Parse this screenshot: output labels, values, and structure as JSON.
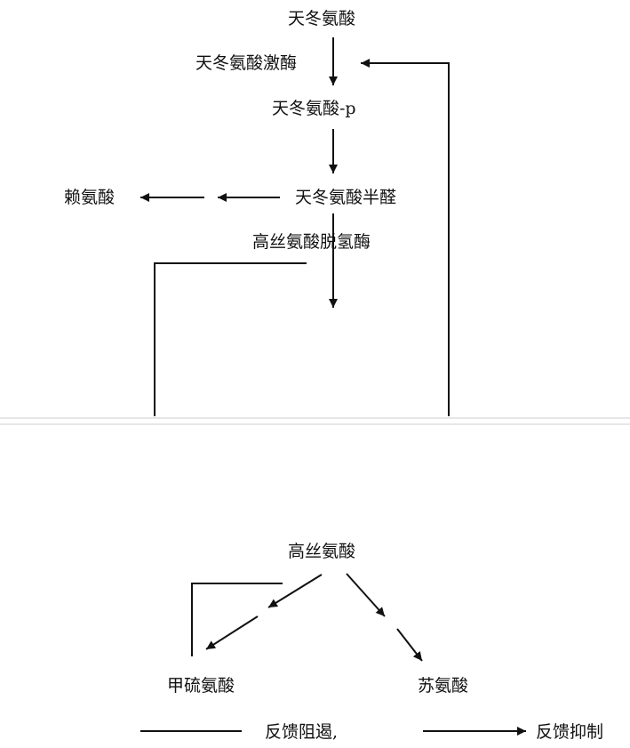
{
  "top_section": {
    "aspartate": "天冬氨酸",
    "aspartokinase": "天冬氨酸激酶",
    "aspartyl_phosphate": "天冬氨酸-p",
    "aspartate_semialdehyde": "天冬氨酸半醛",
    "lysine": "赖氨酸",
    "homoserine_dehydrogenase": "高丝氨酸脱氢酶"
  },
  "bottom_section": {
    "homoserine": "高丝氨酸",
    "methionine": "甲硫氨酸",
    "threonine": "苏氨酸"
  },
  "legend": {
    "feedback_repression": "反馈阻遏,",
    "feedback_inhibition": "反馈抑制"
  },
  "colors": {
    "line": "#111111",
    "separator": "#cfcfcf"
  }
}
